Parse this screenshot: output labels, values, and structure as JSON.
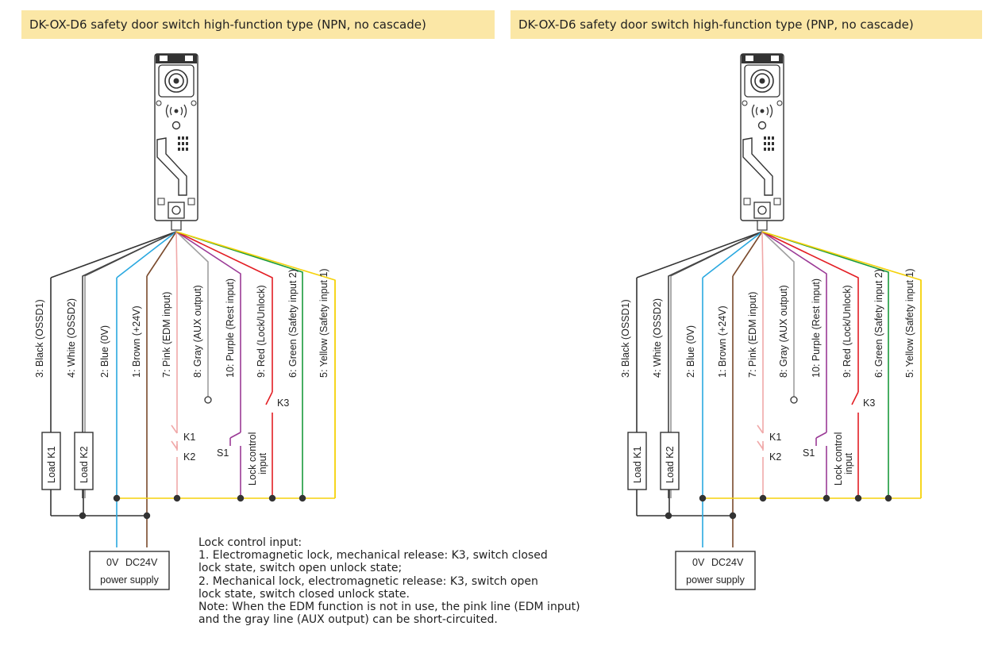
{
  "titles": {
    "left": "DK-OX-D6 safety door switch high-function type (NPN, no cascade)",
    "right": "DK-OX-D6 safety door switch high-function type (PNP, no cascade)"
  },
  "wires": [
    {
      "key": "black",
      "label": "3: Black (OSSD1)",
      "color": "#333333"
    },
    {
      "key": "white",
      "label": "4: White (OSSD2)",
      "color": "#444444"
    },
    {
      "key": "blue",
      "label": "2: Blue (0V)",
      "color": "#29a8e0"
    },
    {
      "key": "brown",
      "label": "1: Brown (+24V)",
      "color": "#7a4a2c"
    },
    {
      "key": "pink",
      "label": "7: Pink (EDM input)",
      "color": "#f0a8a8"
    },
    {
      "key": "gray",
      "label": "8: Gray (AUX output)",
      "color": "#a0a0a0"
    },
    {
      "key": "purple",
      "label": "10: Purple (Rest input)",
      "color": "#9b3a96"
    },
    {
      "key": "red",
      "label": "9: Red (Lock/Unlock)",
      "color": "#e31e24"
    },
    {
      "key": "green",
      "label": "6: Green (Safety input 2)",
      "color": "#1a9a3c"
    },
    {
      "key": "yellow",
      "label": "5: Yellow (Safety input 1)",
      "color": "#f5d20c"
    }
  ],
  "labels": {
    "load": "Load",
    "k1": "K1",
    "k2": "K2",
    "k3": "K3",
    "s1": "S1",
    "lock_control_line1": "Lock control",
    "lock_control_line2": "input",
    "v0": "0V",
    "dc24": "DC24V",
    "power_supply": "power supply"
  },
  "note": {
    "line1": "Lock control input:",
    "line2": "1. Electromagnetic lock, mechanical release: K3, switch closed",
    "line3": "lock state, switch open unlock state;",
    "line4": "2. Mechanical lock, electromagnetic release: K3, switch open",
    "line5": "lock state, switch closed unlock state.",
    "line6": "Note: When the EDM function is not in use, the pink line (EDM input)",
    "line7": "and the gray line (AUX output) can be short-circuited."
  }
}
